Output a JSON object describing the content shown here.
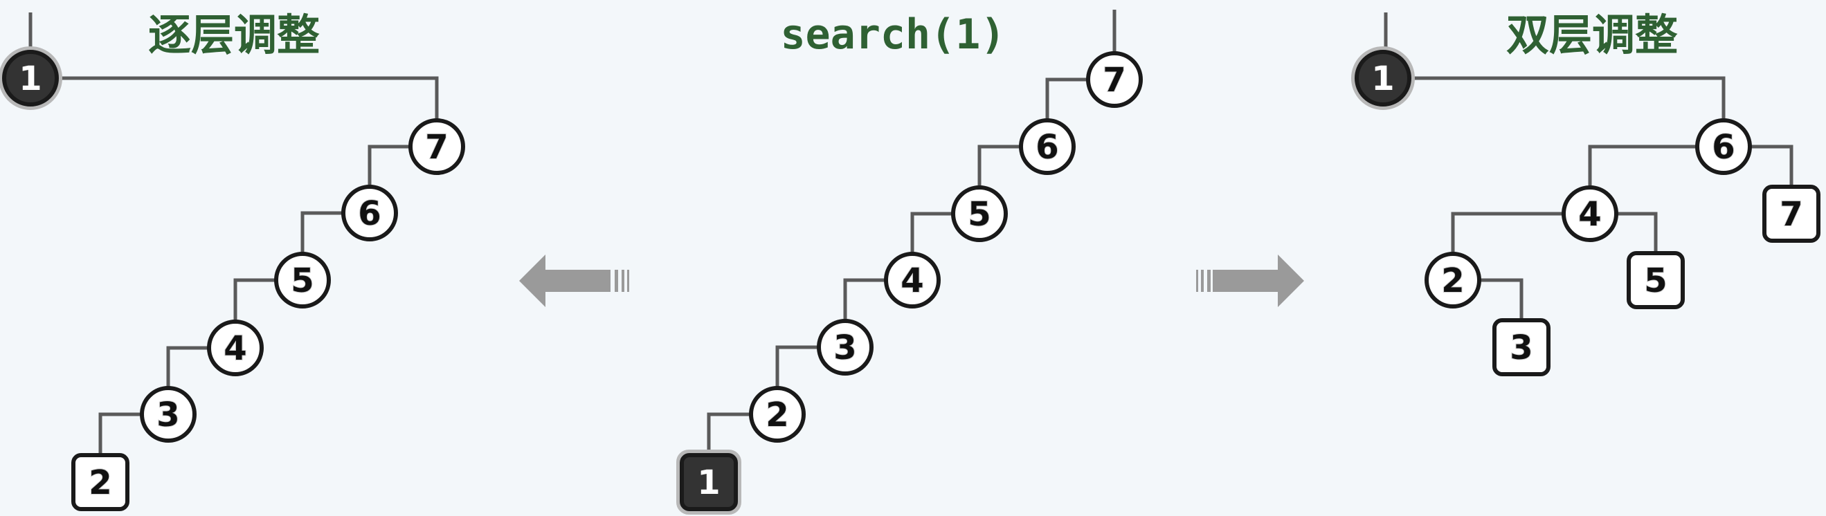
{
  "titles": {
    "left": "逐层调整",
    "center": "search(1)",
    "right": "双层调整"
  },
  "colors": {
    "background": "#f3f7fa",
    "title_green": "#2f6133",
    "edge_gray": "#5a5a5a",
    "node_stroke": "#1a1a1a",
    "node_fill": "#ffffff",
    "highlight_fill": "#333333",
    "highlight_ring": "#b8b8b8",
    "arrow_gray": "#9a9a9a"
  },
  "trees": {
    "left": {
      "highlight": "1",
      "nodes": [
        {
          "key": "1",
          "shape": "circle",
          "highlight": true
        },
        {
          "key": "7",
          "shape": "circle"
        },
        {
          "key": "6",
          "shape": "circle"
        },
        {
          "key": "5",
          "shape": "circle"
        },
        {
          "key": "4",
          "shape": "circle"
        },
        {
          "key": "3",
          "shape": "circle"
        },
        {
          "key": "2",
          "shape": "square"
        }
      ]
    },
    "center": {
      "highlight": "1",
      "nodes": [
        {
          "key": "7",
          "shape": "circle"
        },
        {
          "key": "6",
          "shape": "circle"
        },
        {
          "key": "5",
          "shape": "circle"
        },
        {
          "key": "4",
          "shape": "circle"
        },
        {
          "key": "3",
          "shape": "circle"
        },
        {
          "key": "2",
          "shape": "circle"
        },
        {
          "key": "1",
          "shape": "square",
          "highlight": true
        }
      ]
    },
    "right": {
      "highlight": "1",
      "nodes": [
        {
          "key": "1",
          "shape": "circle",
          "highlight": true
        },
        {
          "key": "6",
          "shape": "circle"
        },
        {
          "key": "4",
          "shape": "circle"
        },
        {
          "key": "7",
          "shape": "square"
        },
        {
          "key": "2",
          "shape": "circle"
        },
        {
          "key": "5",
          "shape": "square"
        },
        {
          "key": "3",
          "shape": "square"
        }
      ]
    }
  },
  "arrows": {
    "left": "left-arrow-icon",
    "right": "right-arrow-icon"
  }
}
